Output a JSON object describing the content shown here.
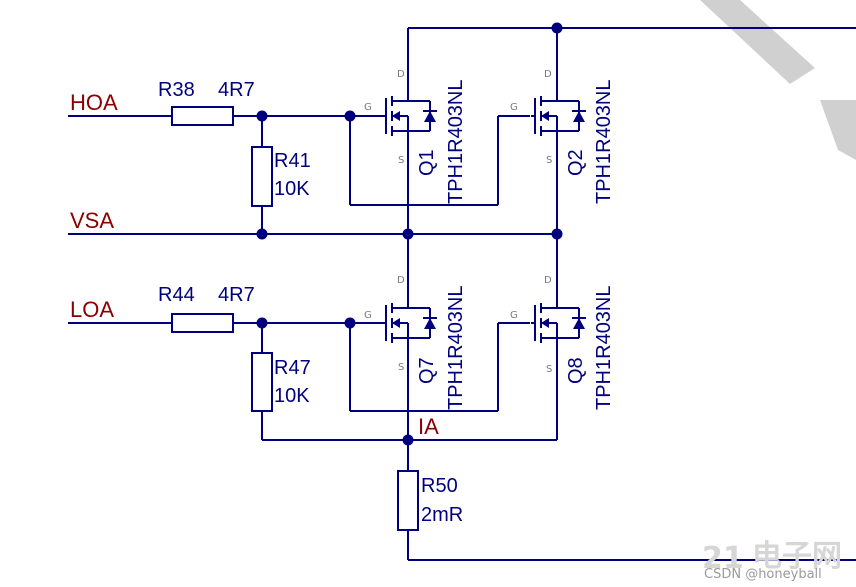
{
  "nets": {
    "hoa": "HOA",
    "vsa": "VSA",
    "loa": "LOA",
    "ia": "IA"
  },
  "resistors": {
    "r38": {
      "ref": "R38",
      "value": "4R7"
    },
    "r41": {
      "ref": "R41",
      "value": "10K"
    },
    "r44": {
      "ref": "R44",
      "value": "4R7"
    },
    "r47": {
      "ref": "R47",
      "value": "10K"
    },
    "r50": {
      "ref": "R50",
      "value": "2mR"
    }
  },
  "mosfets": {
    "q1": {
      "ref": "Q1",
      "part": "TPH1R403NL"
    },
    "q2": {
      "ref": "Q2",
      "part": "TPH1R403NL"
    },
    "q7": {
      "ref": "Q7",
      "part": "TPH1R403NL"
    },
    "q8": {
      "ref": "Q8",
      "part": "TPH1R403NL"
    }
  },
  "pins": {
    "drain": "D",
    "gate": "G",
    "source": "S"
  },
  "watermark": {
    "credit": "CSDN @honeyball",
    "site": "电子网",
    "site_prefix": "21"
  },
  "colors": {
    "wire": "#00007f",
    "net_label": "#8b0000"
  }
}
